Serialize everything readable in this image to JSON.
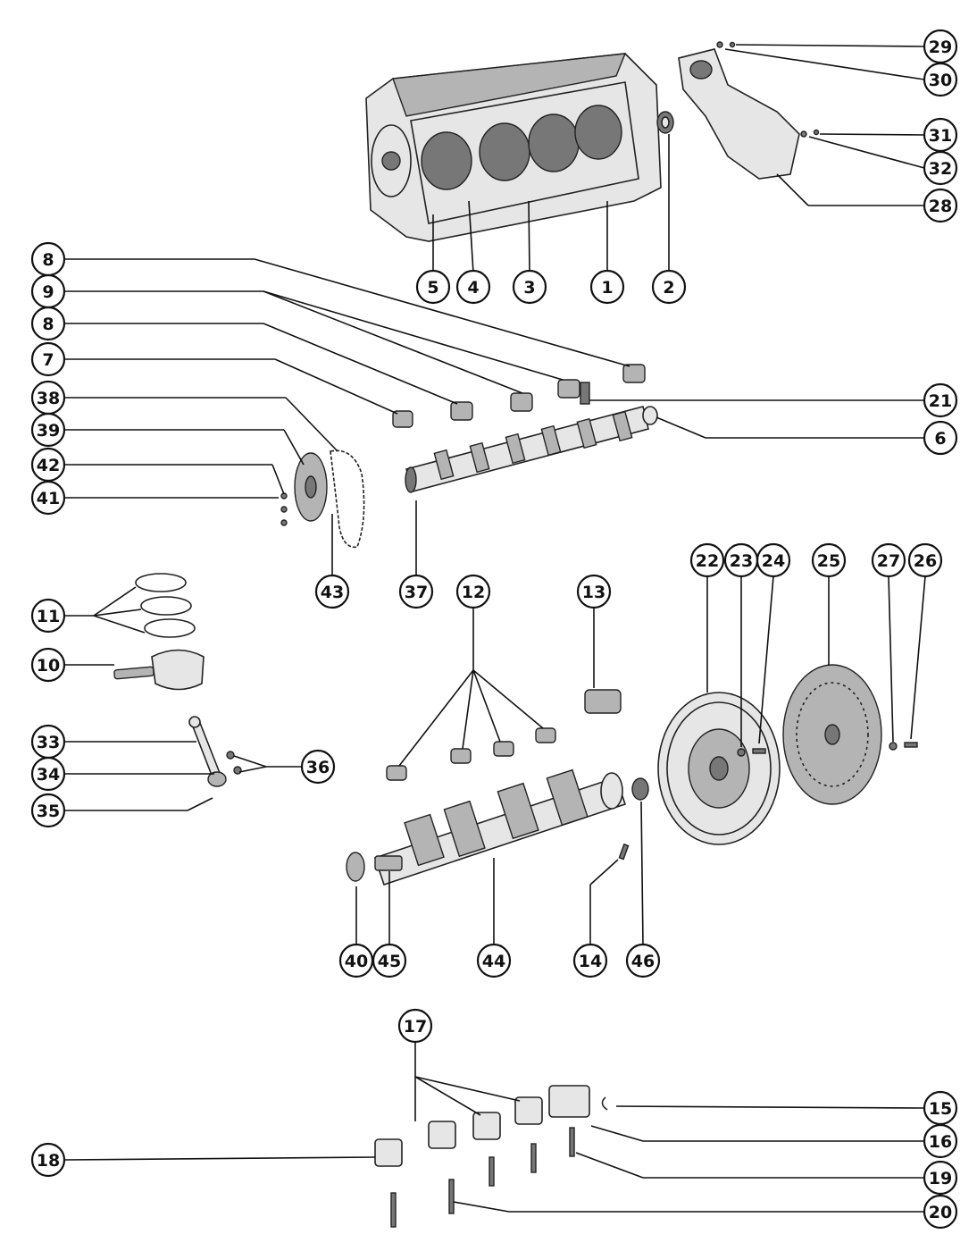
{
  "diagram": {
    "callouts": [
      "1",
      "2",
      "3",
      "4",
      "5",
      "6",
      "7",
      "8",
      "8",
      "9",
      "10",
      "11",
      "12",
      "13",
      "14",
      "15",
      "16",
      "17",
      "18",
      "19",
      "20",
      "21",
      "22",
      "23",
      "24",
      "25",
      "26",
      "27",
      "28",
      "29",
      "30",
      "31",
      "32",
      "33",
      "34",
      "35",
      "36",
      "37",
      "38",
      "39",
      "40",
      "41",
      "42",
      "43",
      "44",
      "45",
      "46"
    ]
  },
  "colors": {
    "ink": "#111111",
    "paper": "#ffffff",
    "part_fill": "#e6e6e6",
    "part_dark": "#777777"
  }
}
